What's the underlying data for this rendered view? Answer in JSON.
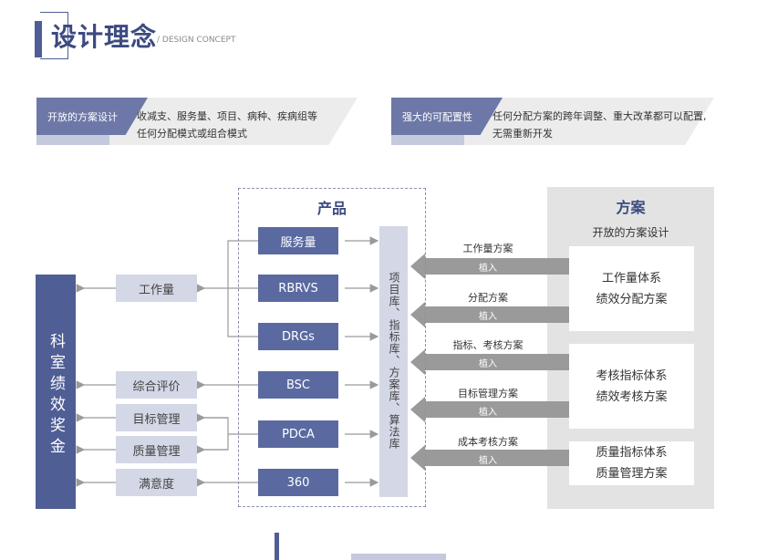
{
  "header": {
    "title": "设计理念",
    "subtitle": "/ DESIGN CONCEPT"
  },
  "features": [
    {
      "tag": "开放的方案设计",
      "lines": [
        "收减支、服务量、项目、病种、疾病组等",
        "任何分配模式或组合模式"
      ]
    },
    {
      "tag": "强大的可配置性",
      "lines": [
        "任何分配方案的跨年调整、重大改革都可以配置,",
        "无需重新开发"
      ]
    }
  ],
  "product": {
    "title": "产品",
    "items": [
      "服务量",
      "RBRVS",
      "DRGs",
      "BSC",
      "PDCA",
      "360"
    ]
  },
  "library": {
    "label": "项目库、指标库、方案库、算法库"
  },
  "categories": [
    "工作量",
    "综合评价",
    "目标管理",
    "质量管理",
    "满意度"
  ],
  "bonus": {
    "label": "科室绩效奖金"
  },
  "plan": {
    "title": "方案",
    "subtitle": "开放的方案设计",
    "cards": [
      {
        "lines": [
          "工作量体系",
          "绩效分配方案"
        ]
      },
      {
        "lines": [
          "考核指标体系",
          "绩效考核方案"
        ]
      },
      {
        "lines": [
          "质量指标体系",
          "质量管理方案"
        ]
      }
    ],
    "flows": [
      {
        "caption": "工作量方案",
        "tag": "植入"
      },
      {
        "caption": "分配方案",
        "tag": "植入"
      },
      {
        "caption": "指标、考核方案",
        "tag": "植入"
      },
      {
        "caption": "目标管理方案",
        "tag": "植入"
      },
      {
        "caption": "成本考核方案",
        "tag": "植入"
      }
    ]
  },
  "colors": {
    "primary": "#4f5e95",
    "product_box": "#5a6aa0",
    "light_box": "#d4d7e6",
    "arrow_gray": "#9a9a9a",
    "panel_gray": "#e3e3e3"
  }
}
